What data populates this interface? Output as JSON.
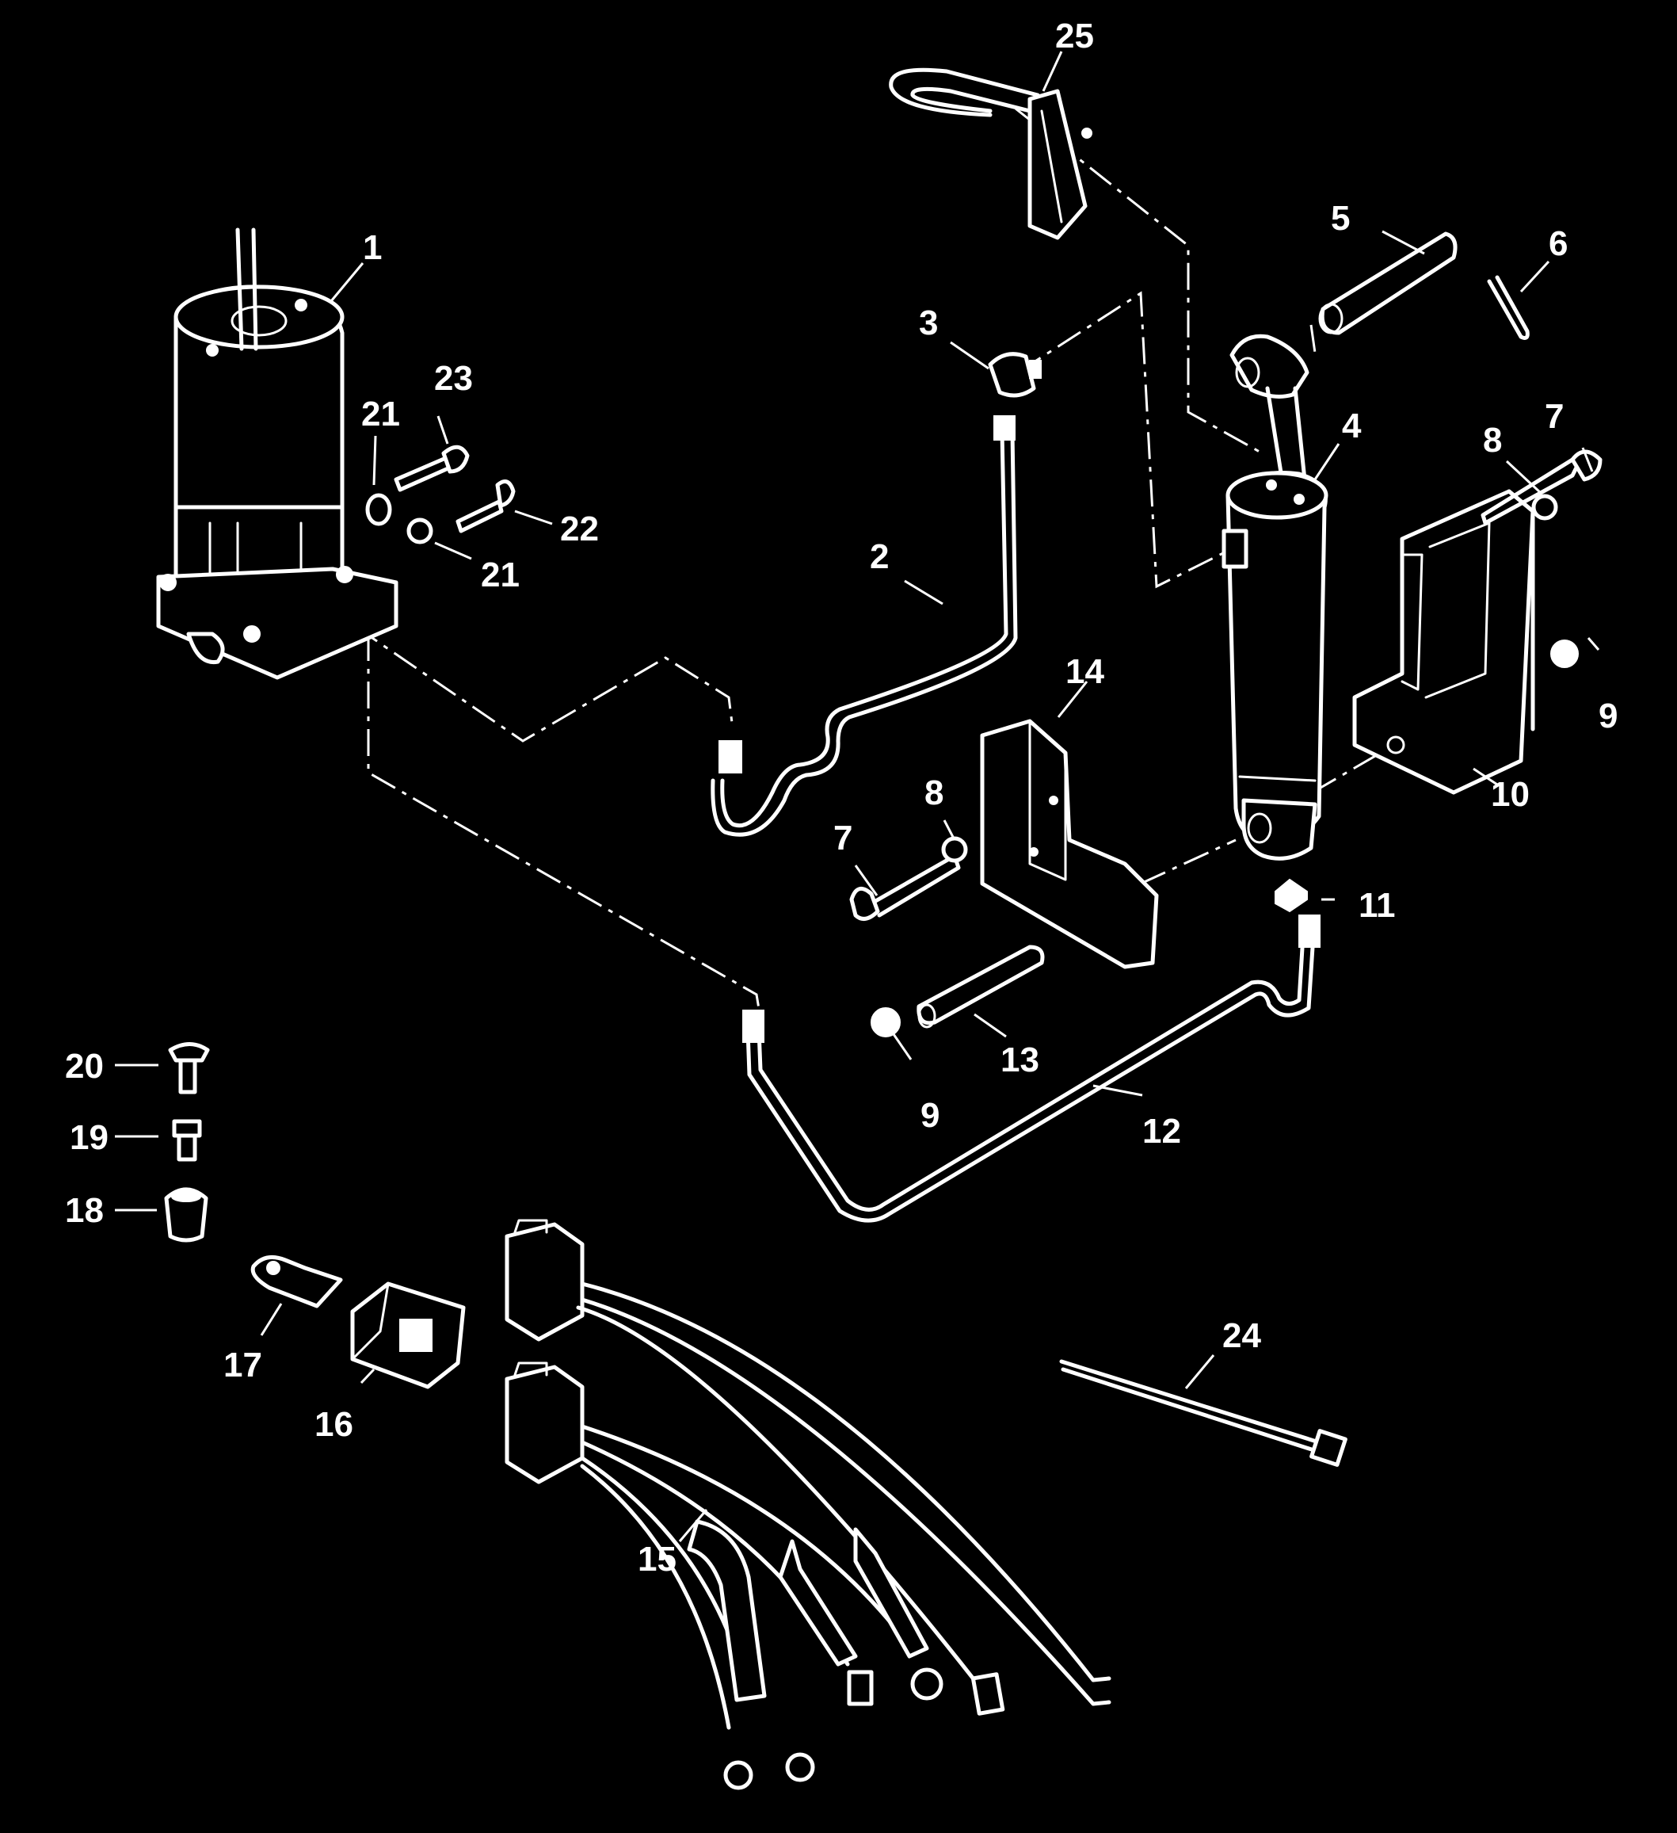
{
  "diagram": {
    "background": "#000000",
    "foreground": "#ffffff",
    "part_labels": [
      {
        "id": "1",
        "text": "1",
        "part": "pump-motor"
      },
      {
        "id": "2",
        "text": "2",
        "part": "hydraulic-hose-upper"
      },
      {
        "id": "3",
        "text": "3",
        "part": "hose-fitting-elbow"
      },
      {
        "id": "4",
        "text": "4",
        "part": "trim-cylinder"
      },
      {
        "id": "5",
        "text": "5",
        "part": "cylinder-pin"
      },
      {
        "id": "6",
        "text": "6",
        "part": "cotter-pin"
      },
      {
        "id": "7a",
        "text": "7",
        "part": "bolt-right"
      },
      {
        "id": "7b",
        "text": "7",
        "part": "bolt-left"
      },
      {
        "id": "8a",
        "text": "8",
        "part": "washer-right"
      },
      {
        "id": "8b",
        "text": "8",
        "part": "washer-left"
      },
      {
        "id": "9a",
        "text": "9",
        "part": "cap-right"
      },
      {
        "id": "9b",
        "text": "9",
        "part": "cap-lower"
      },
      {
        "id": "10",
        "text": "10",
        "part": "mounting-bracket-right"
      },
      {
        "id": "11",
        "text": "11",
        "part": "cap-cylinder-bottom"
      },
      {
        "id": "12",
        "text": "12",
        "part": "hydraulic-hose-lower"
      },
      {
        "id": "13",
        "text": "13",
        "part": "lower-pin"
      },
      {
        "id": "14",
        "text": "14",
        "part": "mounting-bracket-left"
      },
      {
        "id": "15",
        "text": "15",
        "part": "wiring-harness"
      },
      {
        "id": "16",
        "text": "16",
        "part": "relay"
      },
      {
        "id": "17",
        "text": "17",
        "part": "retaining-clip"
      },
      {
        "id": "18",
        "text": "18",
        "part": "grommet"
      },
      {
        "id": "19",
        "text": "19",
        "part": "sleeve"
      },
      {
        "id": "20",
        "text": "20",
        "part": "screw"
      },
      {
        "id": "21a",
        "text": "21",
        "part": "washer-upper"
      },
      {
        "id": "21b",
        "text": "21",
        "part": "washer-lower"
      },
      {
        "id": "22",
        "text": "22",
        "part": "bolt-short"
      },
      {
        "id": "23",
        "text": "23",
        "part": "bolt-long"
      },
      {
        "id": "24",
        "text": "24",
        "part": "cable-tie"
      },
      {
        "id": "25",
        "text": "25",
        "part": "hose-clamp"
      }
    ]
  }
}
